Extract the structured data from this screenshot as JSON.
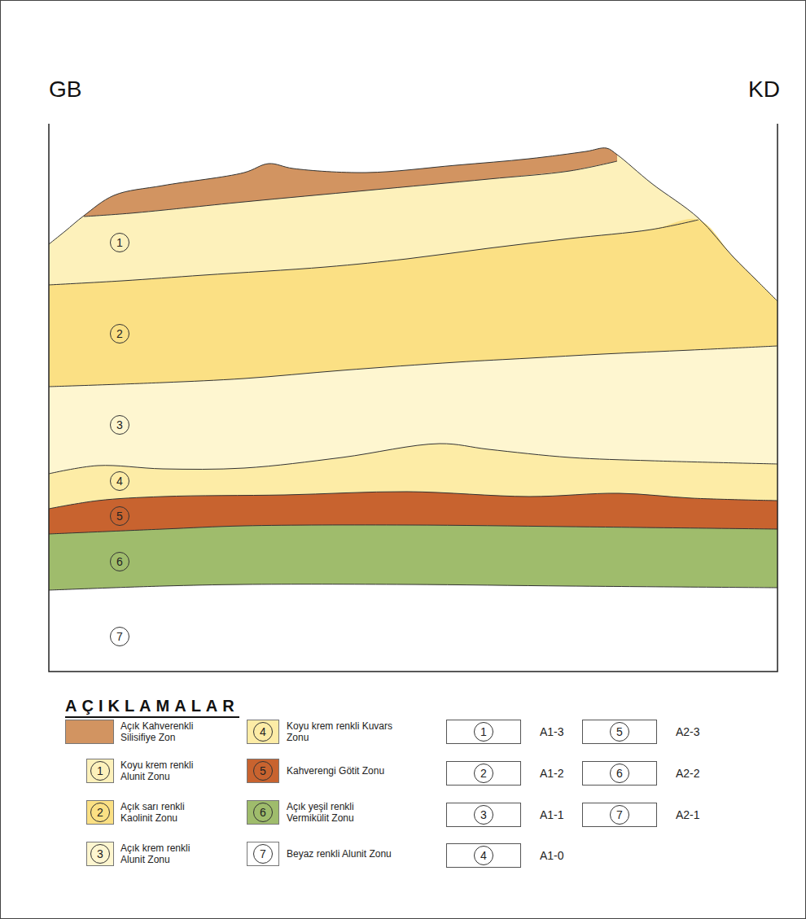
{
  "diagram": {
    "nodes": [
      {
        "text": [
          "1"
        ]
      },
      {
        "text": [
          "2"
        ]
      },
      {
        "text": [
          "3"
        ]
      },
      {
        "text": [
          "4"
        ]
      },
      {
        "text": [
          "5"
        ]
      },
      {
        "text": [
          "6"
        ]
      },
      {
        "text": [
          "7"
        ]
      },
      {
        "text": [
          "1",
          "A1-3"
        ]
      },
      {
        "text": [
          "2",
          "A1-2"
        ]
      },
      {
        "text": [
          "3",
          "A1-1"
        ]
      },
      {
        "text": [
          "4",
          "A1-0"
        ]
      },
      {
        "text": [
          "5",
          "A2-3"
        ]
      },
      {
        "text": [
          "6",
          "A2-2"
        ]
      },
      {
        "text": [
          "7",
          "A2-1"
        ]
      }
    ],
    "labels": [
      "GB",
      "KD",
      "AÇIKLAMALAR",
      "1",
      "2",
      "3",
      "4",
      "5",
      "6",
      "7"
    ],
    "legend": [
      {
        "text": "Açık Kahverenkli Silisifiye Zon",
        "color": "#d29461"
      },
      {
        "text": "Koyu krem renkli Alunit Zonu",
        "color": "#fdf1bb"
      },
      {
        "text": "Açık sarı renkli Kaolinit Zonu",
        "color": "#fbe084"
      },
      {
        "text": "Açık krem renkli Alunit Zonu",
        "color": "#fef6d0"
      },
      {
        "text": "Koyu krem renkli Kuvars Zonu",
        "color": "#fdeca6"
      },
      {
        "text": "Kahverengi Götit Zonu",
        "color": "#c8632f"
      },
      {
        "text": "Açık yeşil renkli Vermikülit Zonu",
        "color": "#9fbc6c"
      },
      {
        "text": "Beyaz renkli Alunit Zonu",
        "color": "#ffffff"
      }
    ]
  }
}
